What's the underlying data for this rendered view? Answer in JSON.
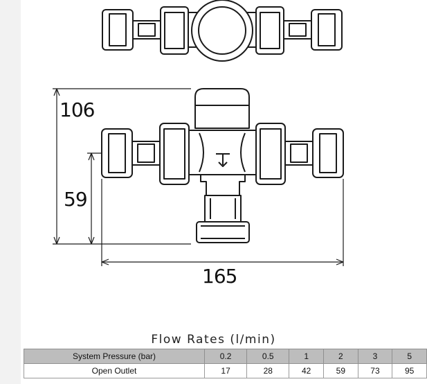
{
  "dimensions": {
    "overall_height": "106",
    "outlet_height": "59",
    "width": "165"
  },
  "flow_table": {
    "title": "Flow Rates (l/min)",
    "header_label": "System Pressure (bar)",
    "pressures": [
      "0.2",
      "0.5",
      "1",
      "2",
      "3",
      "5"
    ],
    "row_label": "Open Outlet",
    "rates": [
      "17",
      "28",
      "42",
      "59",
      "73",
      "95"
    ]
  }
}
